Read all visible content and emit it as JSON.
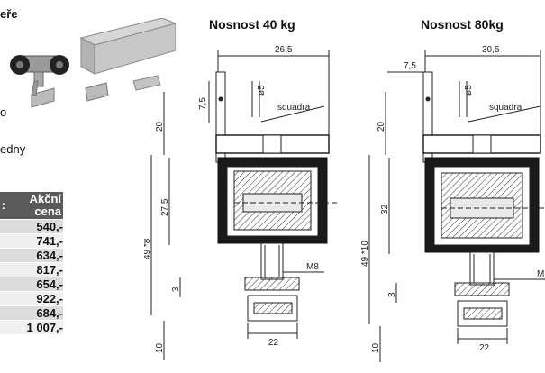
{
  "left": {
    "fragment_top": "eře",
    "fragment_mid": "o",
    "fragment_low": "edny",
    "table": {
      "header_stub": ":",
      "header_line1": "Akční",
      "header_line2": "cena",
      "prices": [
        "540,-",
        "741,-",
        "634,-",
        "817,-",
        "654,-",
        "922,-",
        "684,-",
        "1 007,-"
      ]
    }
  },
  "drawing_40": {
    "title": "Nosnost 40 kg",
    "dim_top": "26,5",
    "dim_hole": "ø5",
    "dim_75": "7,5",
    "label_squadra": "squadra",
    "dim_20": "20",
    "dim_275": "27,5",
    "dim_49": "49 *8",
    "label_m8": "M8",
    "dim_3": "3",
    "dim_10": "10",
    "dim_22": "22"
  },
  "drawing_80": {
    "title": "Nosnost 80kg",
    "dim_top": "30,5",
    "dim_hole": "ø5",
    "dim_75": "7,5",
    "label_squadra": "squadra",
    "dim_20": "20",
    "dim_32": "32",
    "dim_49": "49 *10",
    "label_m": "M",
    "dim_3": "3",
    "dim_10": "10",
    "dim_22": "22"
  }
}
